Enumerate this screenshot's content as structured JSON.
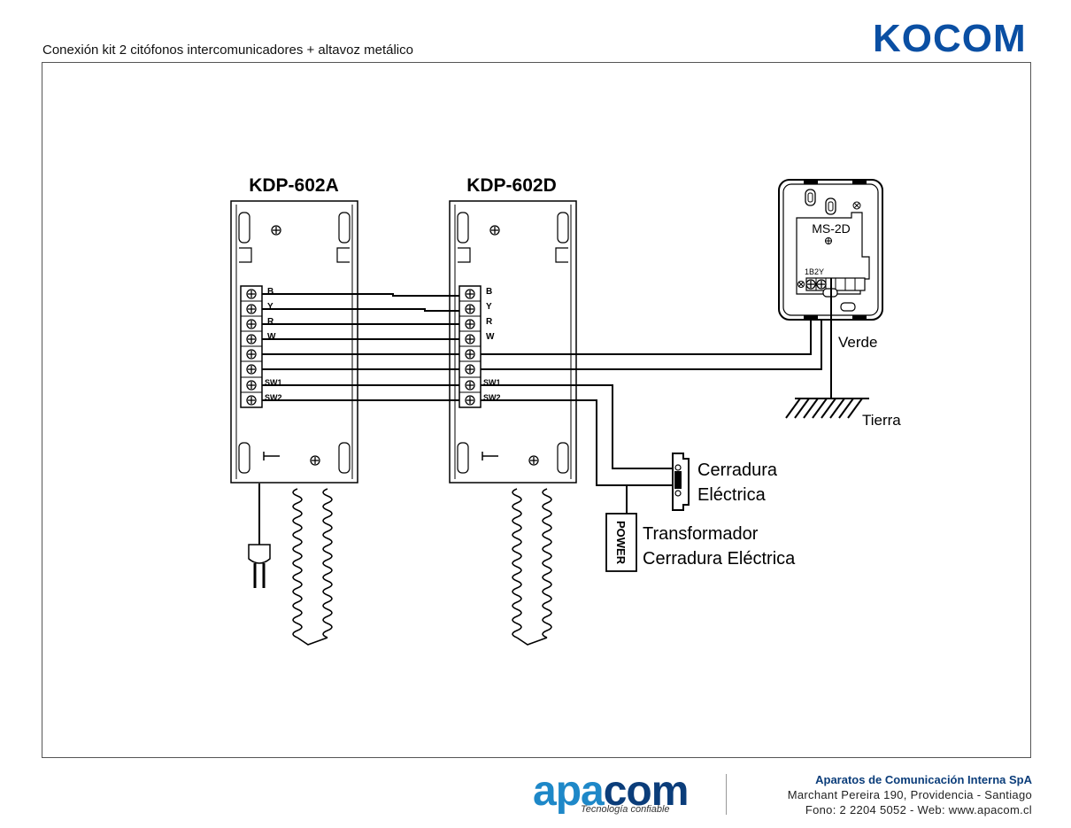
{
  "header": {
    "title": "Conexión kit 2 citófonos intercomunicadores + altavoz metálico",
    "brand": "KOCOM"
  },
  "devices": {
    "unit_a": "KDP-602A",
    "unit_d": "KDP-602D",
    "speaker": "MS-2D",
    "speaker_terminals": "1B2Y",
    "power_box": "POWER"
  },
  "terminals": [
    "B",
    "Y",
    "R",
    "W",
    "",
    "",
    "SW1",
    "SW2"
  ],
  "labels": {
    "verde": "Verde",
    "tierra": "Tierra",
    "lock_1": "Cerradura",
    "lock_2": "Eléctrica",
    "transformer_1": "Transformador",
    "transformer_2": "Cerradura Eléctrica"
  },
  "footer": {
    "logo_part1": "apa",
    "logo_part2": "com",
    "tagline": "Tecnología confiable",
    "company_name": "Aparatos de Comunicación Interna SpA",
    "address": "Marchant Pereira 190, Providencia - Santiago",
    "contact": "Fono: 2 2204 5052 - Web: www.apacom.cl"
  }
}
